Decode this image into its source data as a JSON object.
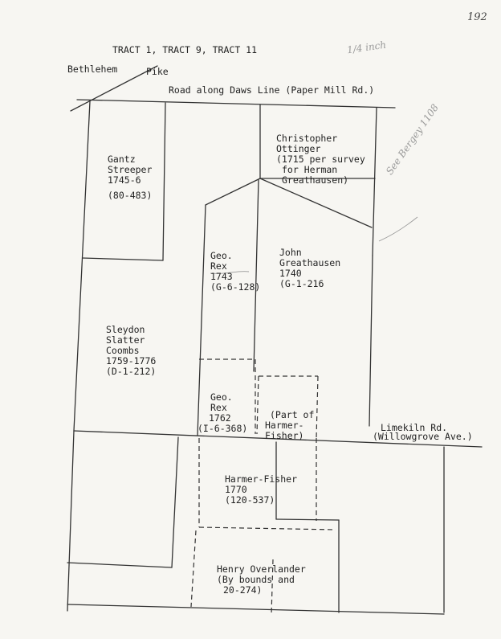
{
  "page_number": "192",
  "title": "TRACT 1, TRACT 9, TRACT 11",
  "margin_notes": {
    "top": "1/4 inch",
    "right": "See Bergey 1108"
  },
  "roads": {
    "bethlehem": "Bethlehem",
    "pike": "Pike",
    "daws": "Road along Daws Line (Paper Mill Rd.)",
    "limekiln": "Limekiln Rd.",
    "willowgrove": "(Willowgrove Ave.)"
  },
  "tracts": {
    "gantz": [
      "Gantz",
      "Streeper",
      "1745-6",
      "(80-483)"
    ],
    "ottinger": [
      "Christopher",
      "Ottinger",
      "(1715 per survey",
      "for Herman",
      "Greathausen)"
    ],
    "rex1743": [
      "Geo.",
      "Rex",
      "1743",
      "(G-6-128)"
    ],
    "greathausen": [
      "John",
      "Greathausen",
      "1740",
      "(G-1-216"
    ],
    "sleydon": [
      "Sleydon",
      "Slatter",
      "Coombs",
      "1759-1776",
      "(D-1-212)"
    ],
    "rex1762": [
      "Geo.",
      "Rex",
      "1762",
      "(I-6-368)"
    ],
    "harmer_part": [
      "(Part of",
      "Harmer-",
      "Fisher)"
    ],
    "harmer1770": [
      "Harmer-Fisher",
      "1770",
      "(120-537)"
    ],
    "overlander": [
      "Henry Overlander",
      "(By bounds and",
      "20-274)"
    ]
  }
}
